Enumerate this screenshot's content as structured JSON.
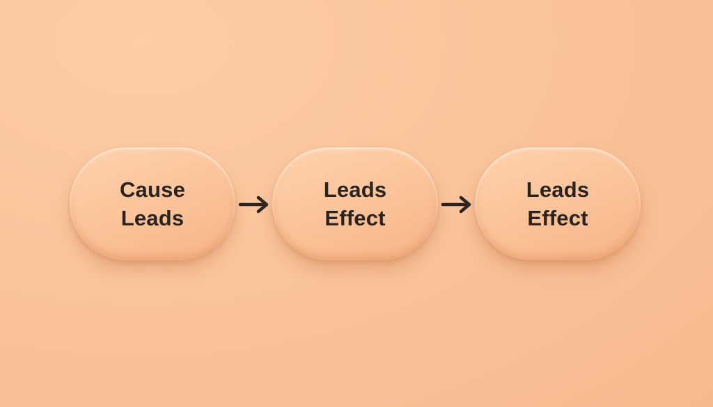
{
  "nodes": [
    {
      "line1": "Cause",
      "line2": "Leads"
    },
    {
      "line1": "Leads",
      "line2": "Effect"
    },
    {
      "line1": "Leads",
      "line2": "Effect"
    }
  ],
  "colors": {
    "background": "#f9c29a",
    "node_fill": "#fbc59c",
    "text": "#2a2420",
    "arrow": "#2a2420"
  },
  "icons": [
    "arrow-right-icon",
    "arrow-right-icon"
  ]
}
